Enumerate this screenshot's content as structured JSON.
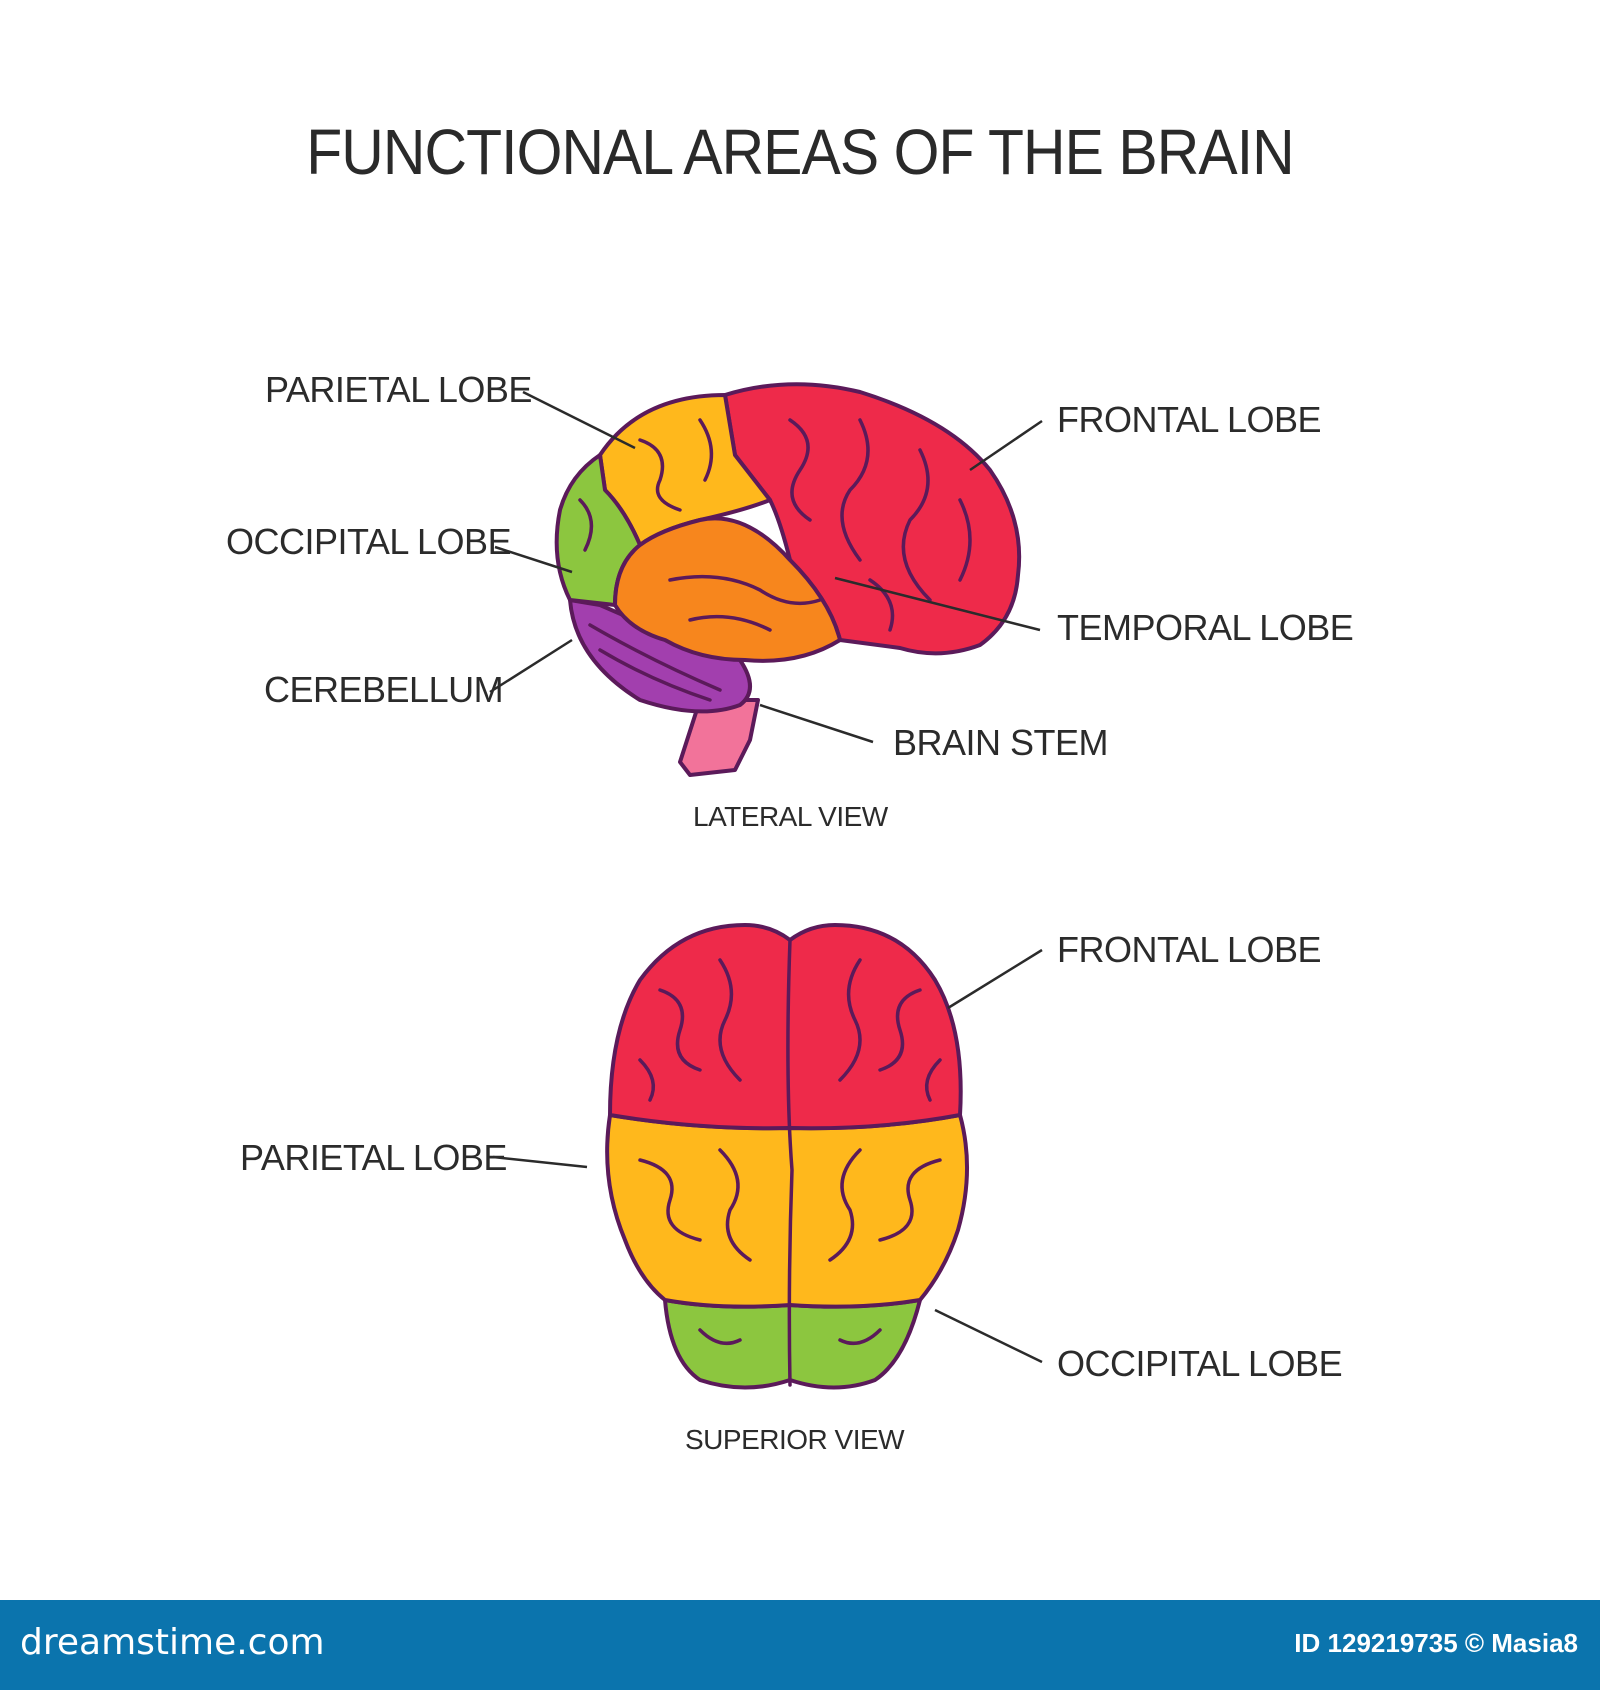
{
  "title": "FUNCTIONAL AREAS OF THE BRAIN",
  "lateral": {
    "caption": "LATERAL VIEW",
    "labels": {
      "parietal": "PARIETAL LOBE",
      "occipital": "OCCIPITAL LOBE",
      "cerebellum": "CEREBELLUM",
      "frontal": "FRONTAL LOBE",
      "temporal": "TEMPORAL LOBE",
      "brainstem": "BRAIN STEM"
    }
  },
  "superior": {
    "caption": "SUPERIOR VIEW",
    "labels": {
      "frontal": "FRONTAL LOBE",
      "parietal": "PARIETAL LOBE",
      "occipital": "OCCIPITAL LOBE"
    }
  },
  "colors": {
    "frontal": "#ee2a4a",
    "parietal": "#ffb81c",
    "occipital": "#8cc63f",
    "temporal": "#f7861d",
    "cerebellum": "#a23fae",
    "brainstem": "#f2739a",
    "outline": "#5b1a5a",
    "footer": "#0b74ad"
  },
  "footer": {
    "logo": "dreamstime.com",
    "id_text": "ID 129219735 © Masia8"
  }
}
